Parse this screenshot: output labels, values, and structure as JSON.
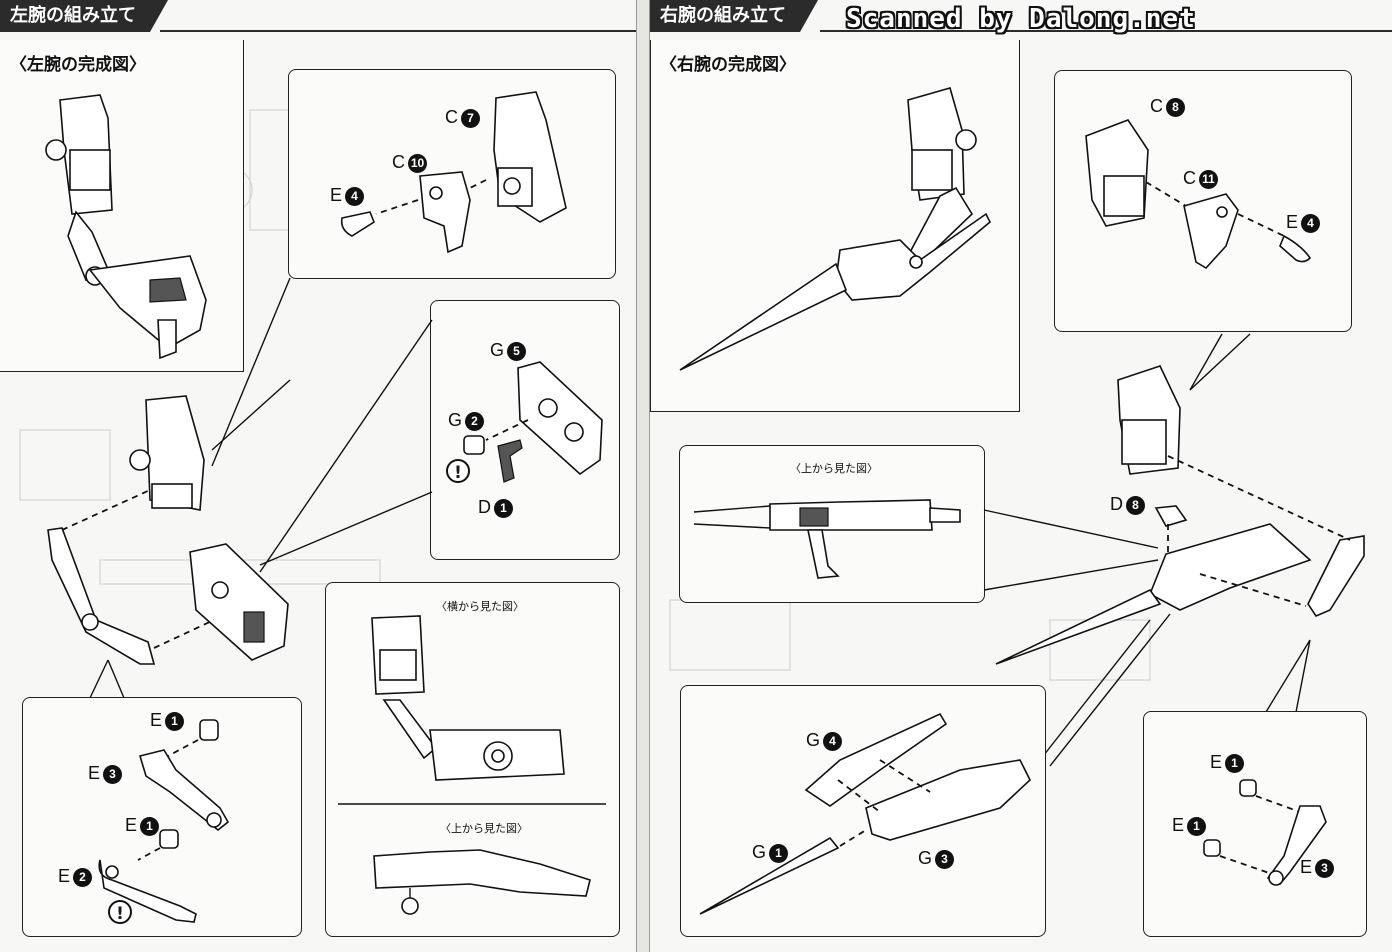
{
  "left_page": {
    "header": "左腕の組み立て",
    "completed_title": "〈左腕の完成図〉",
    "labels": {
      "c7": {
        "letter": "C",
        "num": "7"
      },
      "c10": {
        "letter": "C",
        "num": "10"
      },
      "e4": {
        "letter": "E",
        "num": "4"
      },
      "g5": {
        "letter": "G",
        "num": "5"
      },
      "g2": {
        "letter": "G",
        "num": "2"
      },
      "d1": {
        "letter": "D",
        "num": "1"
      },
      "e1a": {
        "letter": "E",
        "num": "1"
      },
      "e3": {
        "letter": "E",
        "num": "3"
      },
      "e1b": {
        "letter": "E",
        "num": "1"
      },
      "e2": {
        "letter": "E",
        "num": "2"
      }
    },
    "side_view_caption": "〈横から見た図〉",
    "top_view_caption": "〈上から見た図〉",
    "warning_mark": "!"
  },
  "right_page": {
    "header": "右腕の組み立て",
    "completed_title": "〈右腕の完成図〉",
    "watermark": "Scanned by Dalong.net",
    "labels": {
      "c8": {
        "letter": "C",
        "num": "8"
      },
      "c11": {
        "letter": "C",
        "num": "11"
      },
      "e4": {
        "letter": "E",
        "num": "4"
      },
      "d8": {
        "letter": "D",
        "num": "8"
      },
      "g4": {
        "letter": "G",
        "num": "4"
      },
      "g1": {
        "letter": "G",
        "num": "1"
      },
      "g3": {
        "letter": "G",
        "num": "3"
      },
      "e1a": {
        "letter": "E",
        "num": "1"
      },
      "e1b": {
        "letter": "E",
        "num": "1"
      },
      "e3": {
        "letter": "E",
        "num": "3"
      }
    },
    "top_view_caption": "〈上から見た図〉"
  }
}
